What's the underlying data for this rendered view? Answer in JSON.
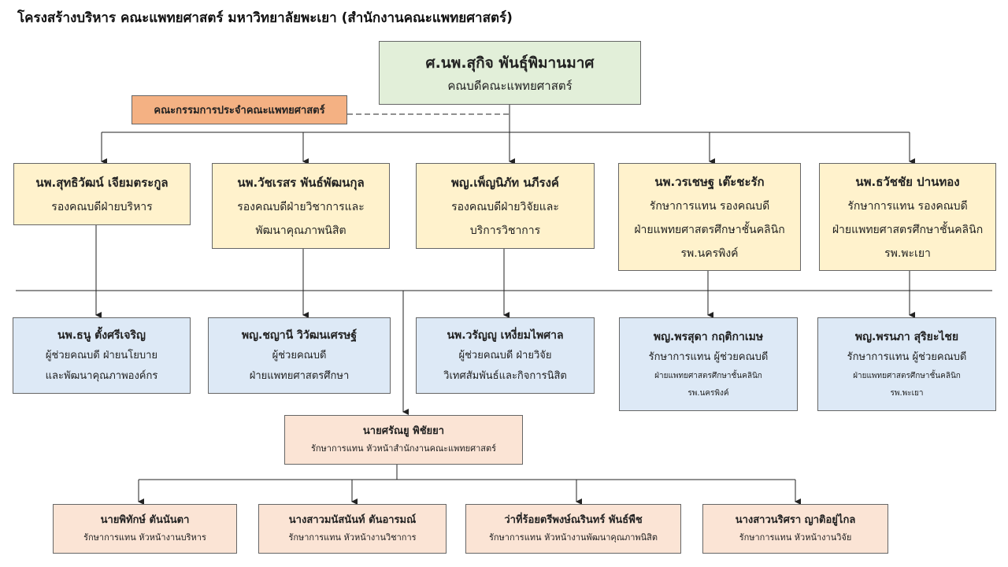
{
  "title": "โครงสร้างบริหาร คณะแพทยศาสตร์ มหาวิทยาลัยพะเยา (สำนักงานคณะแพทยศาสตร์)",
  "dean": {
    "name": "ศ.นพ.สุกิจ  พันธุ์พิมานมาศ",
    "role": "คณบดีคณะแพทยศาสตร์"
  },
  "committee": {
    "label": "คณะกรรมการประจำคณะแพทยศาสตร์"
  },
  "vice_deans": [
    {
      "name": "นพ.สุทธิวัฒน์ เจียมตระกูล",
      "role1": "รองคณบดีฝ่ายบริหาร",
      "role2": "",
      "role3": ""
    },
    {
      "name": "นพ.วัชเรสร พันธ์พัฒนกุล",
      "role1": "รองคณบดีฝ่ายวิชาการและ",
      "role2": "พัฒนาคุณภาพนิสิต",
      "role3": ""
    },
    {
      "name": "พญ.เพ็ญนิภัท นภีรงค์",
      "role1": "รองคณบดีฝ่ายวิจัยและ",
      "role2": "บริการวิชาการ",
      "role3": ""
    },
    {
      "name": "นพ.วรเชษฐ เต๊ะชะรัก",
      "role1": "รักษาการแทน รองคณบดี",
      "role2": "ฝ่ายแพทยศาสตรศึกษาชั้นคลินิก",
      "role3": "รพ.นครพิงค์"
    },
    {
      "name": "นพ.ธวัชชัย ปานทอง",
      "role1": "รักษาการแทน รองคณบดี",
      "role2": "ฝ่ายแพทยศาสตรศึกษาชั้นคลินิก",
      "role3": "รพ.พะเยา"
    }
  ],
  "assistants": [
    {
      "name": "นพ.ธนู ตั้งศรีเจริญ",
      "role1": "ผู้ช่วยคณบดี ฝ่ายนโยบาย",
      "role2": "และพัฒนาคุณภาพองค์กร",
      "role3": ""
    },
    {
      "name": "พญ.ชญานี วิวัฒนเศรษฐ์",
      "role1": "ผู้ช่วยคณบดี",
      "role2": "ฝ่ายแพทยศาสตรศึกษา",
      "role3": ""
    },
    {
      "name": "นพ.วรัญญู เหงี่ยมไพศาล",
      "role1": "ผู้ช่วยคณบดี ฝ่ายวิจัย",
      "role2": "วิเทศสัมพันธ์และกิจการนิสิต",
      "role3": ""
    },
    {
      "name": "พญ.พรสุดา กฤติกาเมษ",
      "role1": "รักษาการแทน ผู้ช่วยคณบดี",
      "role2": "ฝ่ายแพทยศาสตรศึกษาชั้นคลินิก",
      "role3": "รพ.นครพิงค์"
    },
    {
      "name": "พญ.พรนภา สุริยะไชย",
      "role1": "รักษาการแทน ผู้ช่วยคณบดี",
      "role2": "ฝ่ายแพทยศาสตรศึกษาชั้นคลินิก",
      "role3": "รพ.พะเยา"
    }
  ],
  "office_head": {
    "name": "นายศรัณยู พิชัยยา",
    "role": "รักษาการแทน หัวหน้าสำนักงานคณะแพทยศาสตร์"
  },
  "units": [
    {
      "name": "นายพิทักษ์ ตันนันตา",
      "role": "รักษาการแทน หัวหน้างานบริหาร"
    },
    {
      "name": "นางสาวมนัสนันท์ ตันอารมณ์",
      "role": "รักษาการแทน หัวหน้างานวิชาการ"
    },
    {
      "name": "ว่าที่ร้อยตรีพงษ์ณรินทร์ พันธ์พืช",
      "role": "รักษาการแทน หัวหน้างานพัฒนาคุณภาพนิสิต"
    },
    {
      "name": "นางสาวนริศรา ญาติอยู่ไกล",
      "role": "รักษาการแทน หัวหน้างานวิจัย"
    }
  ]
}
